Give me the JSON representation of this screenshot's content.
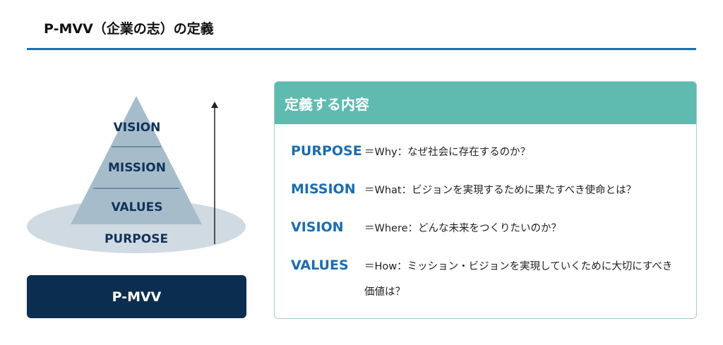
{
  "title": "P-MVV（企業の志）の定義",
  "diagram": {
    "layers": [
      "VISION",
      "MISSION",
      "VALUES",
      "PURPOSE"
    ],
    "bottom_label": "P-MVV",
    "colors": {
      "pyramid": "#a7bccb",
      "ellipse": "#d0dae3",
      "navy": "#0b2d4f"
    }
  },
  "card": {
    "heading": "定義する内容",
    "rows": [
      {
        "label": "PURPOSE",
        "text": "＝Why：なぜ社会に存在するのか？"
      },
      {
        "label": "MISSION",
        "text": "＝What：ビジョンを実現するために果たすべき使命とは？"
      },
      {
        "label": "VISION",
        "text": "＝Where：どんな未来をつくりたいのか？"
      },
      {
        "label": "VALUES",
        "text": "＝How：ミッション・ビジョンを実現していくために大切にすべき価値は？"
      }
    ],
    "colors": {
      "header": "#5fbab0",
      "label": "#1a6db0"
    }
  }
}
